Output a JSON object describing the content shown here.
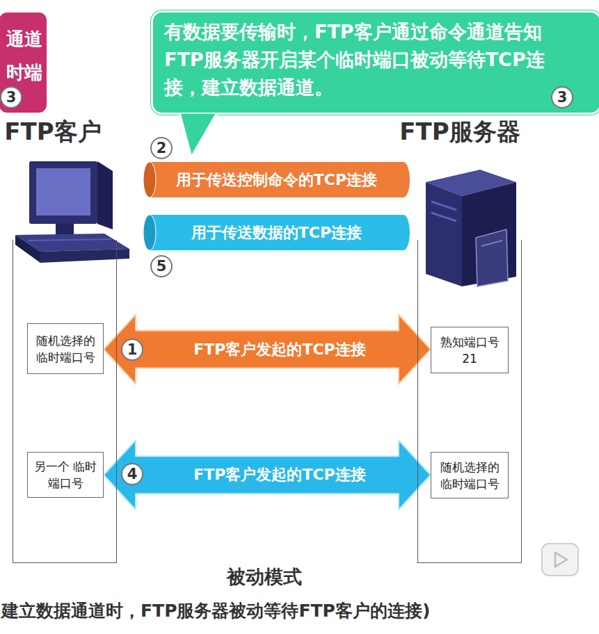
{
  "diagram": {
    "caption": "被动模式",
    "nodes": [
      {
        "text": [
          "通道 时端"
        ]
      },
      {
        "text": [
          "有数据要传输时，FTP客户通过命令通道告知FTP服务器开启某个临时端口被动等待TCP连接，建立数据通道。"
        ]
      },
      {
        "text": [
          "FTP客户"
        ]
      },
      {
        "text": [
          "FTP服务器"
        ]
      },
      {
        "text": [
          "用于传送控制命令的TCP连接"
        ]
      },
      {
        "text": [
          "用于传送数据的TCP连接"
        ]
      },
      {
        "text": [
          "随机选择的 临时端口号"
        ],
        "in": 2
      },
      {
        "text": [
          "熟知端口号 21"
        ],
        "in": 3
      },
      {
        "text": [
          "另一个 临时端口号"
        ],
        "in": 2
      },
      {
        "text": [
          "随机选择的 临时端口号"
        ],
        "in": 3
      }
    ],
    "edges": [
      {
        "from": 6,
        "to": 7,
        "arrow": "both",
        "label": "FTP客户发起的TCP连接"
      },
      {
        "from": 8,
        "to": 9,
        "arrow": "both",
        "label": "FTP客户发起的TCP连接"
      }
    ],
    "labels": [
      "3",
      "3",
      "2",
      "5",
      "1",
      "4",
      "建立数据通道时，FTP服务器被动等待FTP客户的连接)"
    ]
  }
}
